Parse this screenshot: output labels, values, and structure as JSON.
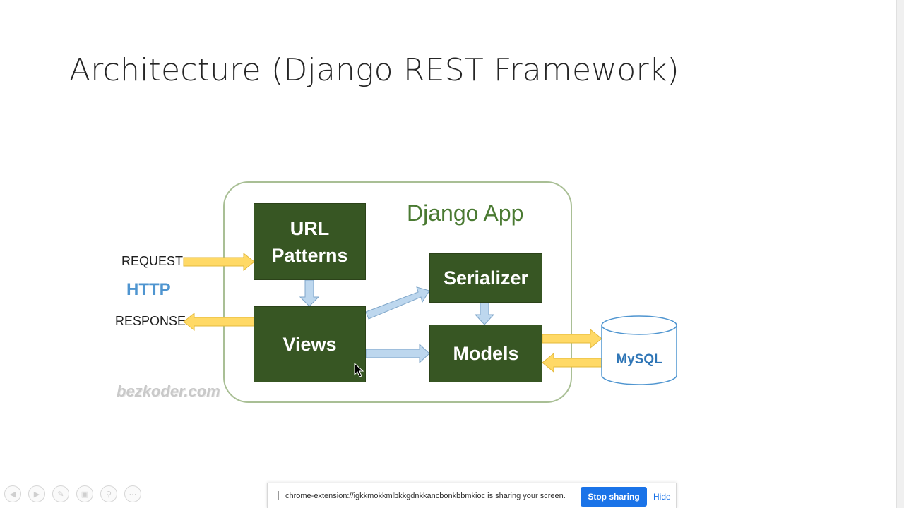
{
  "slide": {
    "title": "Architecture (Django REST Framework)"
  },
  "diagram": {
    "app_label": "Django App",
    "boxes": {
      "url_patterns_line1": "URL",
      "url_patterns_line2": "Patterns",
      "views": "Views",
      "serializer": "Serializer",
      "models": "Models"
    },
    "request_label": "REQUEST",
    "protocol_label": "HTTP",
    "response_label": "RESPONSE",
    "database_label": "MySQL",
    "watermark": "bezkoder.com",
    "colors": {
      "box_fill": "#375623",
      "frame_border": "#a9bf95",
      "app_label": "#4a7a32",
      "yellow_arrow": "#ffd966",
      "blue_arrow": "#bdd7ee",
      "http": "#4f95d0",
      "mysql": "#2e75b6"
    }
  },
  "share_bar": {
    "message": "chrome-extension://igkkmokkmlbkkgdnkkancbonkbbmkioc is sharing your screen.",
    "stop_label": "Stop sharing",
    "hide_label": "Hide",
    "accent": "#1a73e8"
  },
  "presentation_controls": {
    "icons": [
      "previous-icon",
      "next-icon",
      "pen-icon",
      "slides-icon",
      "zoom-icon",
      "more-icon"
    ]
  }
}
